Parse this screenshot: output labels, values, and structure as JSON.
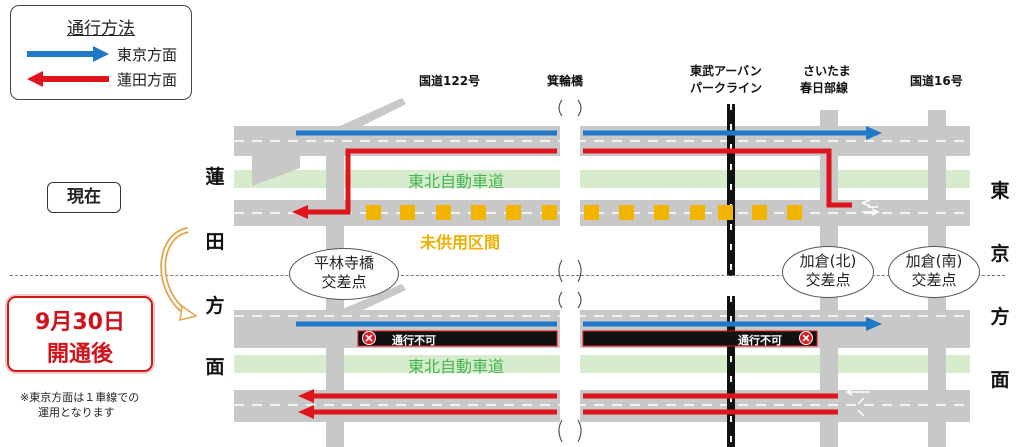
{
  "legend": {
    "title": "通行方法",
    "tokyo_label": "東京方面",
    "hasuda_label": "蓮田方面",
    "tokyo_color": "#1f78c8",
    "hasuda_color": "#e0151b"
  },
  "headings": {
    "route122": "国道122号",
    "minowa_bridge": "箕輪橋",
    "tobu_line_1": "東武アーバン",
    "tobu_line_2": "パークライン",
    "saitama_1": "さいたま",
    "saitama_2": "春日部線",
    "route16": "国道16号"
  },
  "left_side": [
    "蓮",
    "田",
    "方",
    "面"
  ],
  "right_side": [
    "東",
    "京",
    "方",
    "面"
  ],
  "status": {
    "current": "現在",
    "after_line1": "9月30日",
    "after_line2": "開通後",
    "note_line1": "※東京方面は１車線での",
    "note_line2": "運用となります"
  },
  "roads": {
    "expressway_top": "東北自動車道",
    "expressway_bottom": "東北自動車道",
    "unused_section": "未供用区間",
    "no_passage_left": "通行不可",
    "no_passage_right": "通行不可"
  },
  "intersections": {
    "hirabayashi_1": "平林寺橋",
    "hirabayashi_2": "交差点",
    "kakura_north_1": "加倉(北)",
    "kakura_north_2": "交差点",
    "kakura_south_1": "加倉(南)",
    "kakura_south_2": "交差点"
  },
  "colors": {
    "road_gray": "#c8c8c8",
    "expressway_green": "#d7eccd",
    "unused_yellow": "#f3b400",
    "no_passage_black": "#111111"
  }
}
